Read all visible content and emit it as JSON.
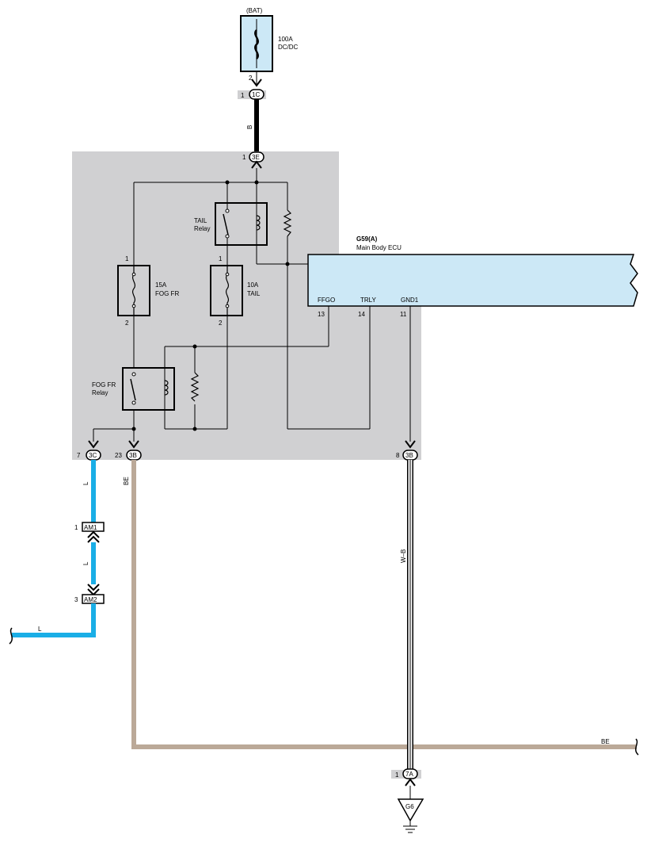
{
  "battery": {
    "label": "(BAT)",
    "fuse_rating": "100A",
    "fuse_name": "DC/DC",
    "pin": "2"
  },
  "connectors": {
    "c1c": {
      "id": "1C",
      "pin": "1"
    },
    "c3e": {
      "id": "3E",
      "pin": "1"
    },
    "c3c": {
      "id": "3C",
      "pin": "7"
    },
    "c3b_left": {
      "id": "3B",
      "pin": "23"
    },
    "c3b_right": {
      "id": "3B",
      "pin": "8"
    },
    "am1": {
      "id": "AM1",
      "pin": "1"
    },
    "am2": {
      "id": "AM2",
      "pin": "3"
    },
    "c7a": {
      "id": "7A",
      "pin": "1"
    }
  },
  "wires": {
    "b": "B",
    "l": "L",
    "be": "BE",
    "wb": "W–B"
  },
  "relays": {
    "tail": {
      "line1": "TAIL",
      "line2": "Relay"
    },
    "fog": {
      "line1": "FOG FR",
      "line2": "Relay"
    }
  },
  "fuses": {
    "fog": {
      "rating": "15A",
      "name": "FOG FR",
      "pin_top": "1",
      "pin_bottom": "2"
    },
    "tail": {
      "rating": "10A",
      "name": "TAIL",
      "pin_top": "1",
      "pin_bottom": "2"
    }
  },
  "ecu": {
    "id": "G59(A)",
    "name": "Main Body ECU",
    "terminals": [
      {
        "label": "FFGO",
        "pin": "13"
      },
      {
        "label": "TRLY",
        "pin": "14"
      },
      {
        "label": "GND1",
        "pin": "11"
      }
    ]
  },
  "ground": {
    "id": "G6"
  },
  "colors": {
    "panel": "#d0d0d2",
    "fill_blue": "#cce8f6",
    "wire_l": "#1aaee6",
    "wire_be": "#bba998"
  }
}
